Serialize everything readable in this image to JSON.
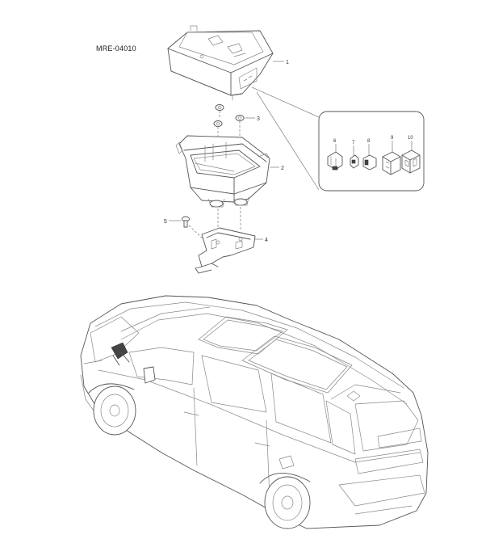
{
  "diagram": {
    "code": "MRE-04010",
    "callouts": [
      "1",
      "2",
      "3",
      "4",
      "5",
      "6",
      "7",
      "8",
      "9",
      "10"
    ]
  }
}
